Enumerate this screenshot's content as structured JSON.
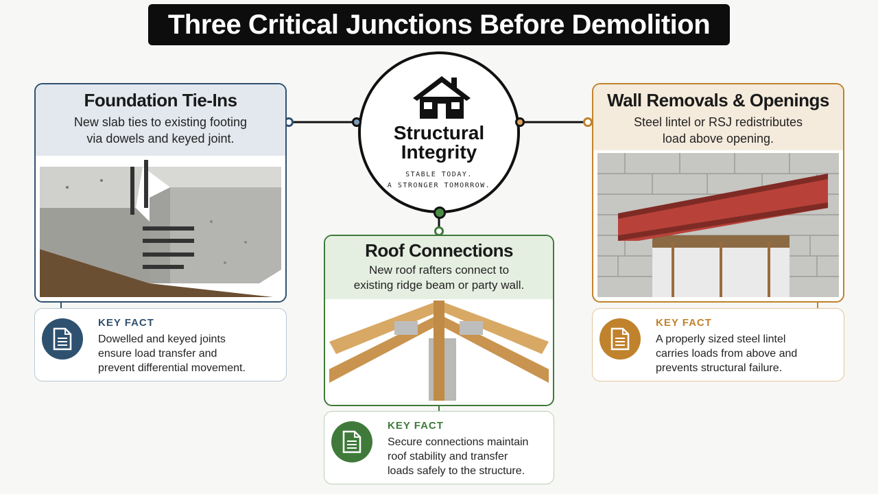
{
  "title": "Three Critical Junctions Before Demolition",
  "hub": {
    "title": "Structural\nIntegrity",
    "subtitle": "STABLE TODAY.\nA STRONGER TOMORROW.",
    "icon": "house-icon"
  },
  "cards": {
    "foundation": {
      "title": "Foundation Tie-Ins",
      "description": "New slab ties to existing footing\nvia dowels and keyed joint.",
      "accent": "#2f5170",
      "header_bg": "#e3e8ee",
      "fact_label": "KEY FACT",
      "fact_text": "Dowelled and keyed joints\nensure load transfer and\nprevent differential movement.",
      "fact_icon": "document-icon"
    },
    "roof": {
      "title": "Roof Connections",
      "description": "New roof rafters connect to\nexisting ridge beam or party wall.",
      "accent": "#3f7a3a",
      "header_bg": "#e5efe1",
      "fact_label": "KEY FACT",
      "fact_text": "Secure connections maintain\nroof stability and transfer\nloads safely to the structure.",
      "fact_icon": "document-icon"
    },
    "walls": {
      "title": "Wall Removals & Openings",
      "description": "Steel lintel or RSJ redistributes\nload above opening.",
      "accent": "#c0822c",
      "header_bg": "#f5ebdc",
      "fact_label": "KEY FACT",
      "fact_text": "A properly sized steel lintel\ncarries loads from above and\nprevents structural failure.",
      "fact_icon": "document-icon"
    }
  }
}
